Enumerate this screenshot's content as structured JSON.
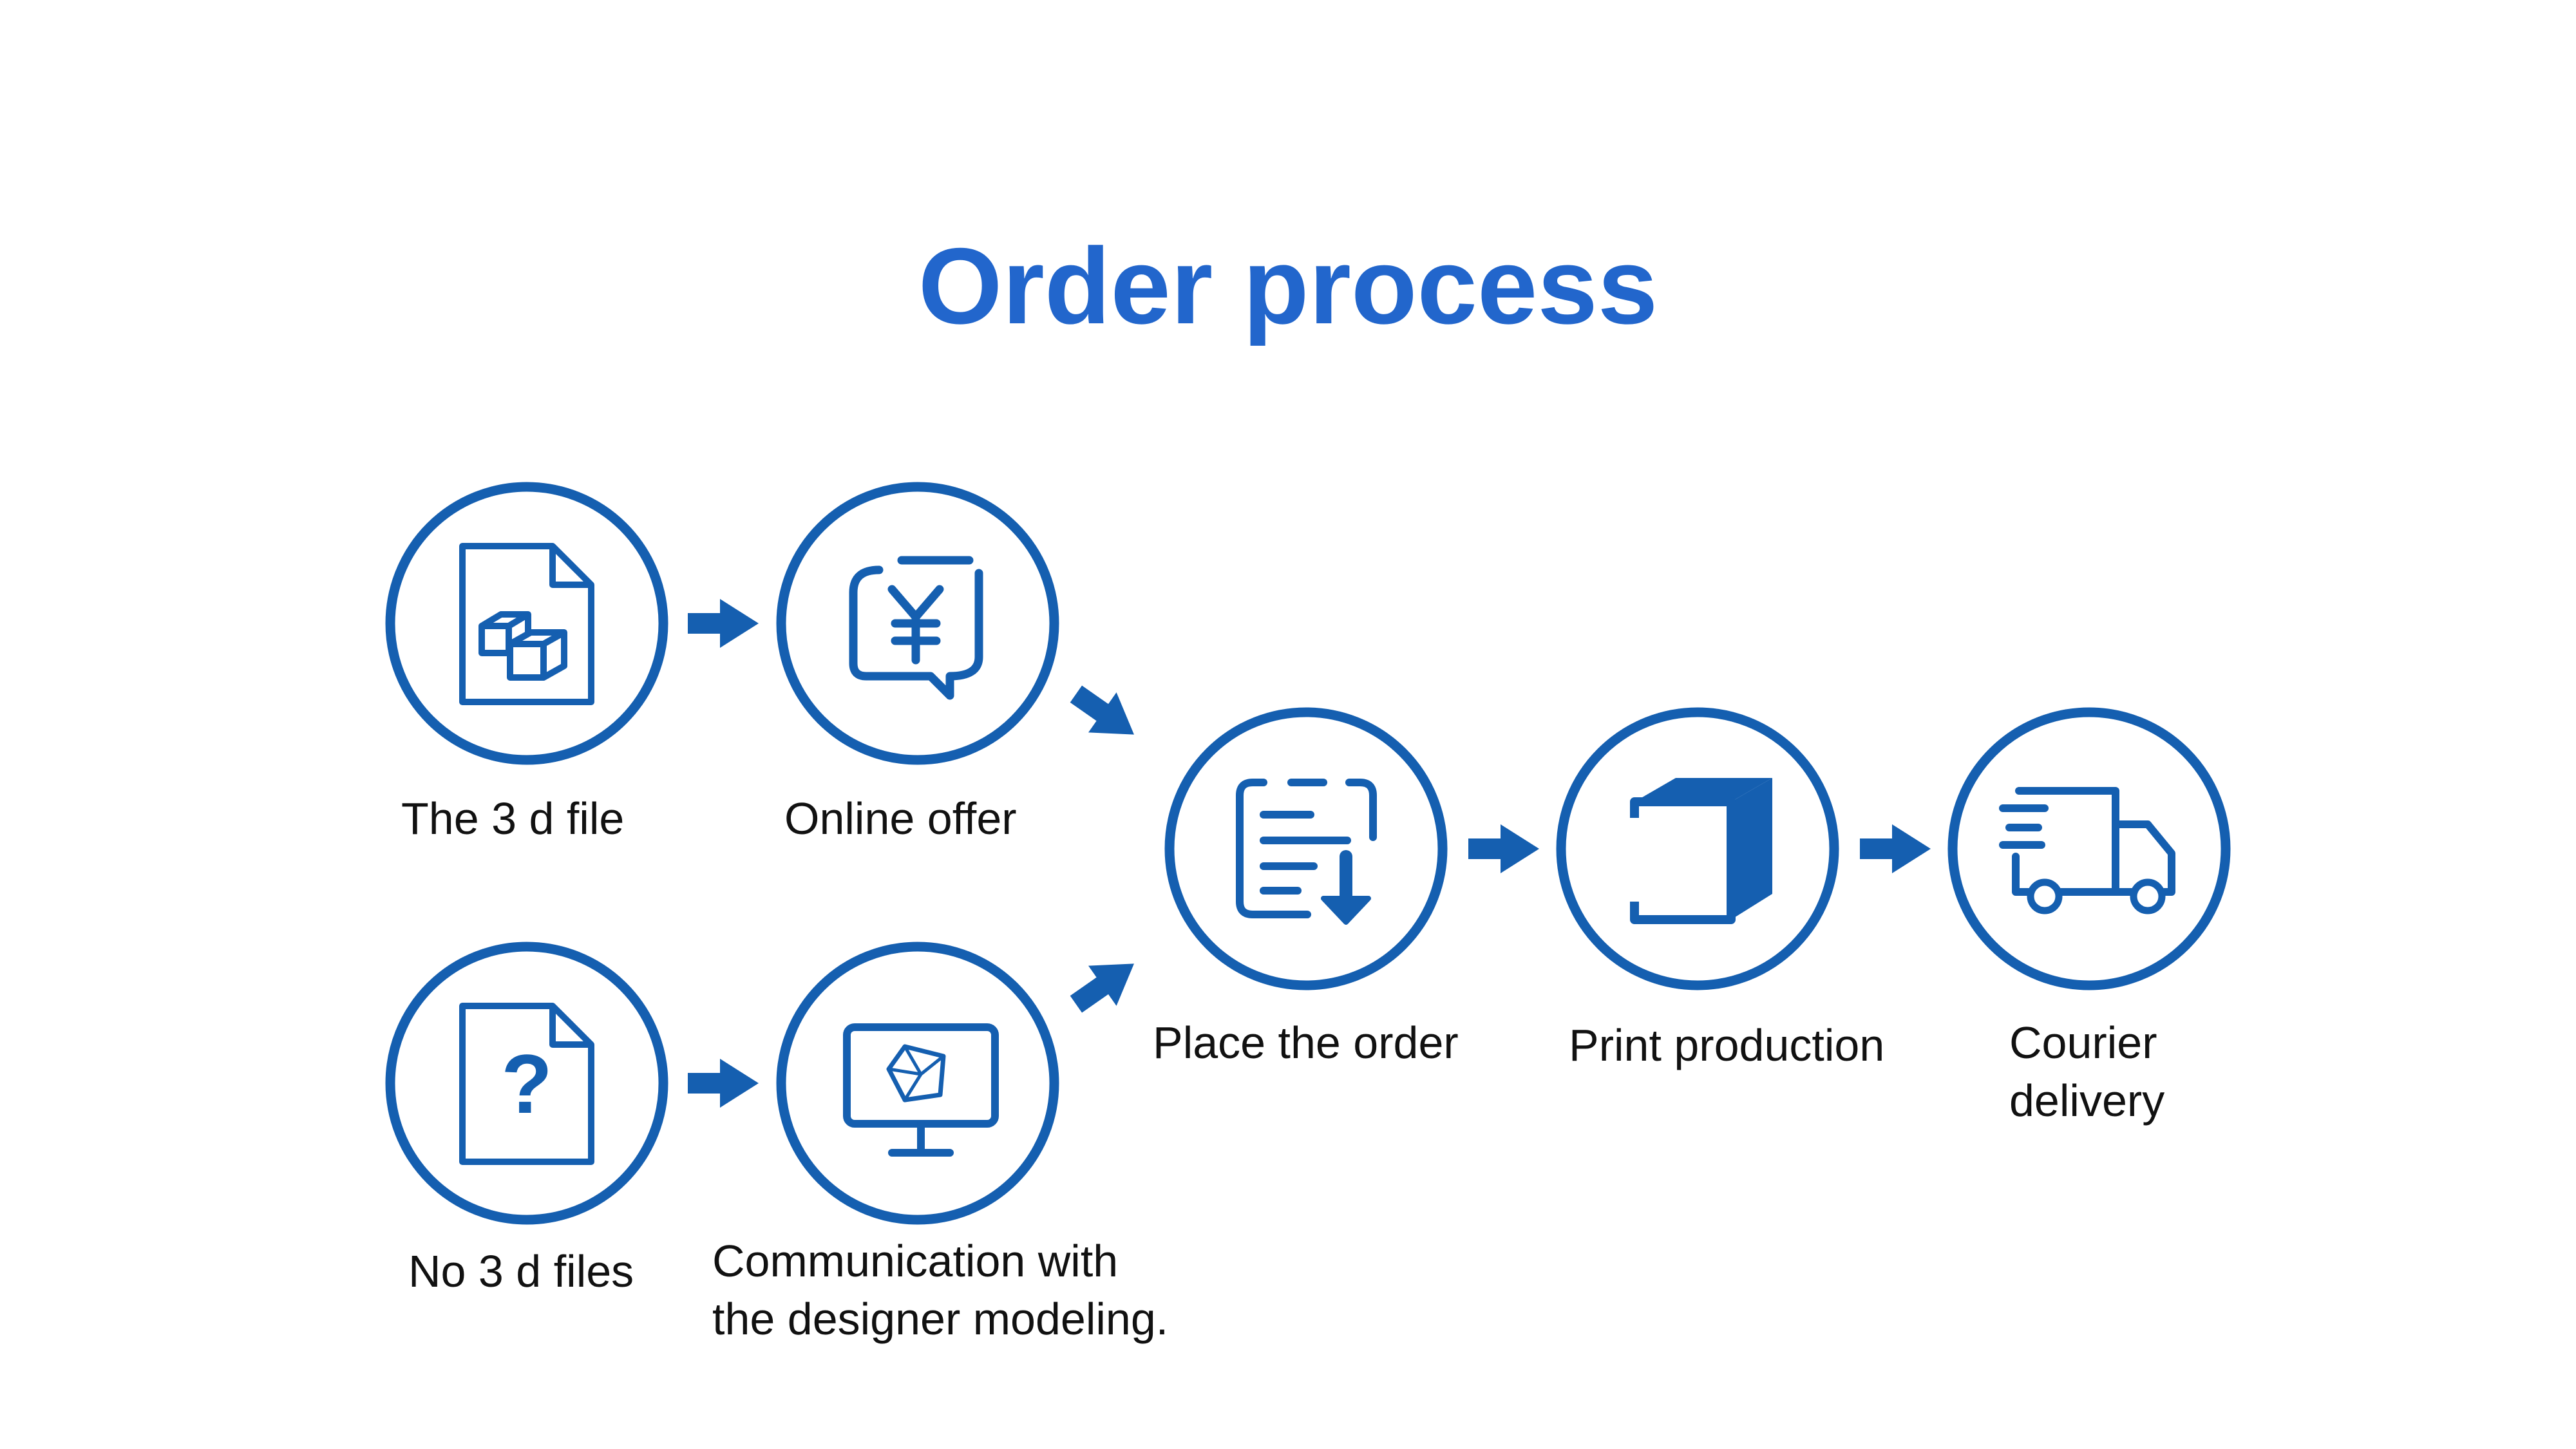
{
  "title": "Order process",
  "colors": {
    "title": "#2266cc",
    "ring": "#155fb0",
    "icon": "#155fb0",
    "text": "#111111"
  },
  "steps": [
    {
      "id": "the-3d-file",
      "label": "The 3 d file",
      "icon": "3d-file-icon"
    },
    {
      "id": "online-offer",
      "label": "Online offer",
      "icon": "yen-price-chat-icon"
    },
    {
      "id": "no-3d-files",
      "label": "No 3 d files",
      "icon": "question-file-icon"
    },
    {
      "id": "communication-designer",
      "label": "Communication with\nthe designer modeling.",
      "icon": "monitor-3d-model-icon"
    },
    {
      "id": "place-order",
      "label": "Place the order",
      "icon": "order-download-icon"
    },
    {
      "id": "print-production",
      "label": "Print production",
      "icon": "box-icon"
    },
    {
      "id": "courier-delivery",
      "label": "Courier\ndelivery",
      "icon": "delivery-truck-icon"
    }
  ]
}
